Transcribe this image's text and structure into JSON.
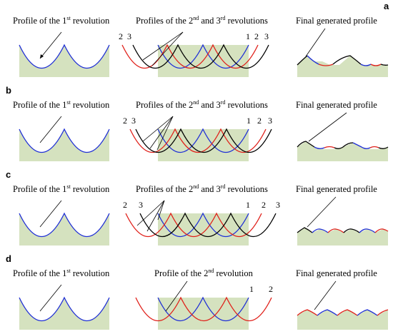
{
  "colors": {
    "base_fill": "#d5e2bf",
    "rev1": "#1f2fd6",
    "rev2": "#e0201a",
    "rev3": "#000000"
  },
  "rows": [
    {
      "label": "a",
      "cap1": {
        "pre": "Profile of the 1",
        "sup": "st",
        "post": " revolution"
      },
      "cap2": {
        "pre": "Profiles of the 2",
        "sup1": "nd",
        "mid": " and 3",
        "sup2": "rd",
        "post": " revolutions"
      },
      "cap3": "Final generated profile",
      "nums_left": [
        "2",
        "3"
      ],
      "nums_right": [
        "1",
        "2",
        "3"
      ]
    },
    {
      "label": "b",
      "cap1": {
        "pre": "Profile of the 1",
        "sup": "st",
        "post": " revolution"
      },
      "cap2": {
        "pre": "Profiles of the 2",
        "sup1": "nd",
        "mid": " and 3",
        "sup2": "rd",
        "post": " revolutions"
      },
      "cap3": "Final generated profile",
      "nums_left": [
        "2",
        "3"
      ],
      "nums_right": [
        "1",
        "2",
        "3"
      ]
    },
    {
      "label": "c",
      "cap1": {
        "pre": "Profile of the 1",
        "sup": "st",
        "post": " revolution"
      },
      "cap2": {
        "pre": "Profiles of the 2",
        "sup1": "nd",
        "mid": " and 3",
        "sup2": "rd",
        "post": " revolutions"
      },
      "cap3": "Final generated profile",
      "nums_left": [
        "2",
        "3"
      ],
      "nums_right": [
        "1",
        "2",
        "3"
      ]
    },
    {
      "label": "d",
      "cap1": {
        "pre": "Profile of the 1",
        "sup": "st",
        "post": " revolution"
      },
      "cap2": {
        "pre": "Profile of the 2",
        "sup1": "nd",
        "mid": "",
        "sup2": "",
        "post": " revolution"
      },
      "cap3": "Final generated profile",
      "nums_left": [],
      "nums_right": [
        "1",
        "2"
      ]
    }
  ]
}
